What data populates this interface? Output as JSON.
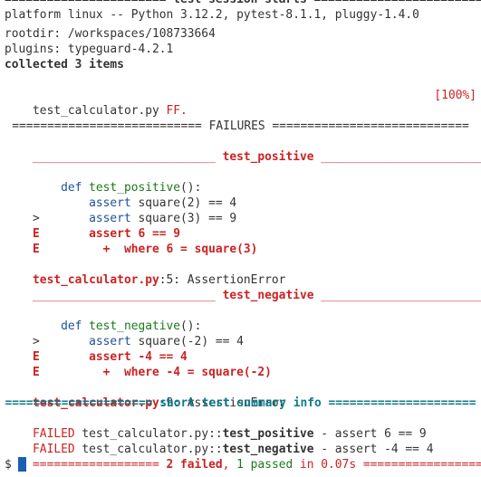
{
  "header": {
    "title_line": "======================= test session starts ========================",
    "platform": "platform linux -- Python 3.12.2, pytest-8.1.1, pluggy-1.4.0",
    "rootdir": "rootdir: /workspaces/108733664",
    "plugins": "plugins: typeguard-4.2.1",
    "collected": "collected 3 items"
  },
  "progress": {
    "file": "test_calculator.py ",
    "marks": "FF.",
    "percent": "[100%]"
  },
  "failures_header": "=========================== FAILURES ============================",
  "tests": [
    {
      "rule_left": "__________________________ ",
      "name": "test_positive",
      "rule_right": " __________________________",
      "def_kw": "def ",
      "def_name": "test_positive",
      "def_tail": "():",
      "line1_marker": " ",
      "line1_kw": "assert ",
      "line1_code": "square(2) == 4",
      "line2_marker": ">",
      "line2_kw": "assert ",
      "line2_code": "square(3) == 9",
      "e1_marker": "E",
      "e1_text": "assert 6 == 9",
      "e2_marker": "E",
      "e2_text": "+  where 6 = square(3)",
      "location_file": "test_calculator.py",
      "location_tail": ":5: AssertionError"
    },
    {
      "rule_left": "__________________________ ",
      "name": "test_negative",
      "rule_right": " __________________________",
      "def_kw": "def ",
      "def_name": "test_negative",
      "def_tail": "():",
      "line1_marker": ">",
      "line1_kw": "assert ",
      "line1_code": "square(-2) == 4",
      "e1_marker": "E",
      "e1_text": "assert -4 == 4",
      "e2_marker": "E",
      "e2_text": "+  where -4 = square(-2)",
      "location_file": "test_calculator.py",
      "location_tail": ":9: AssertionError"
    }
  ],
  "summary": {
    "header": "===================== short test summary info =====================",
    "lines": [
      {
        "status": "FAILED",
        "path": " test_calculator.py::",
        "test": "test_positive",
        "detail": " - assert 6 == 9"
      },
      {
        "status": "FAILED",
        "path": " test_calculator.py::",
        "test": "test_negative",
        "detail": " - assert -4 == 4"
      }
    ],
    "result_left": "================== ",
    "failed": "2 failed",
    "sep": ", ",
    "passed": "1 passed",
    "time": " in 0.07s",
    "result_right": " =================="
  },
  "prompt": "$"
}
